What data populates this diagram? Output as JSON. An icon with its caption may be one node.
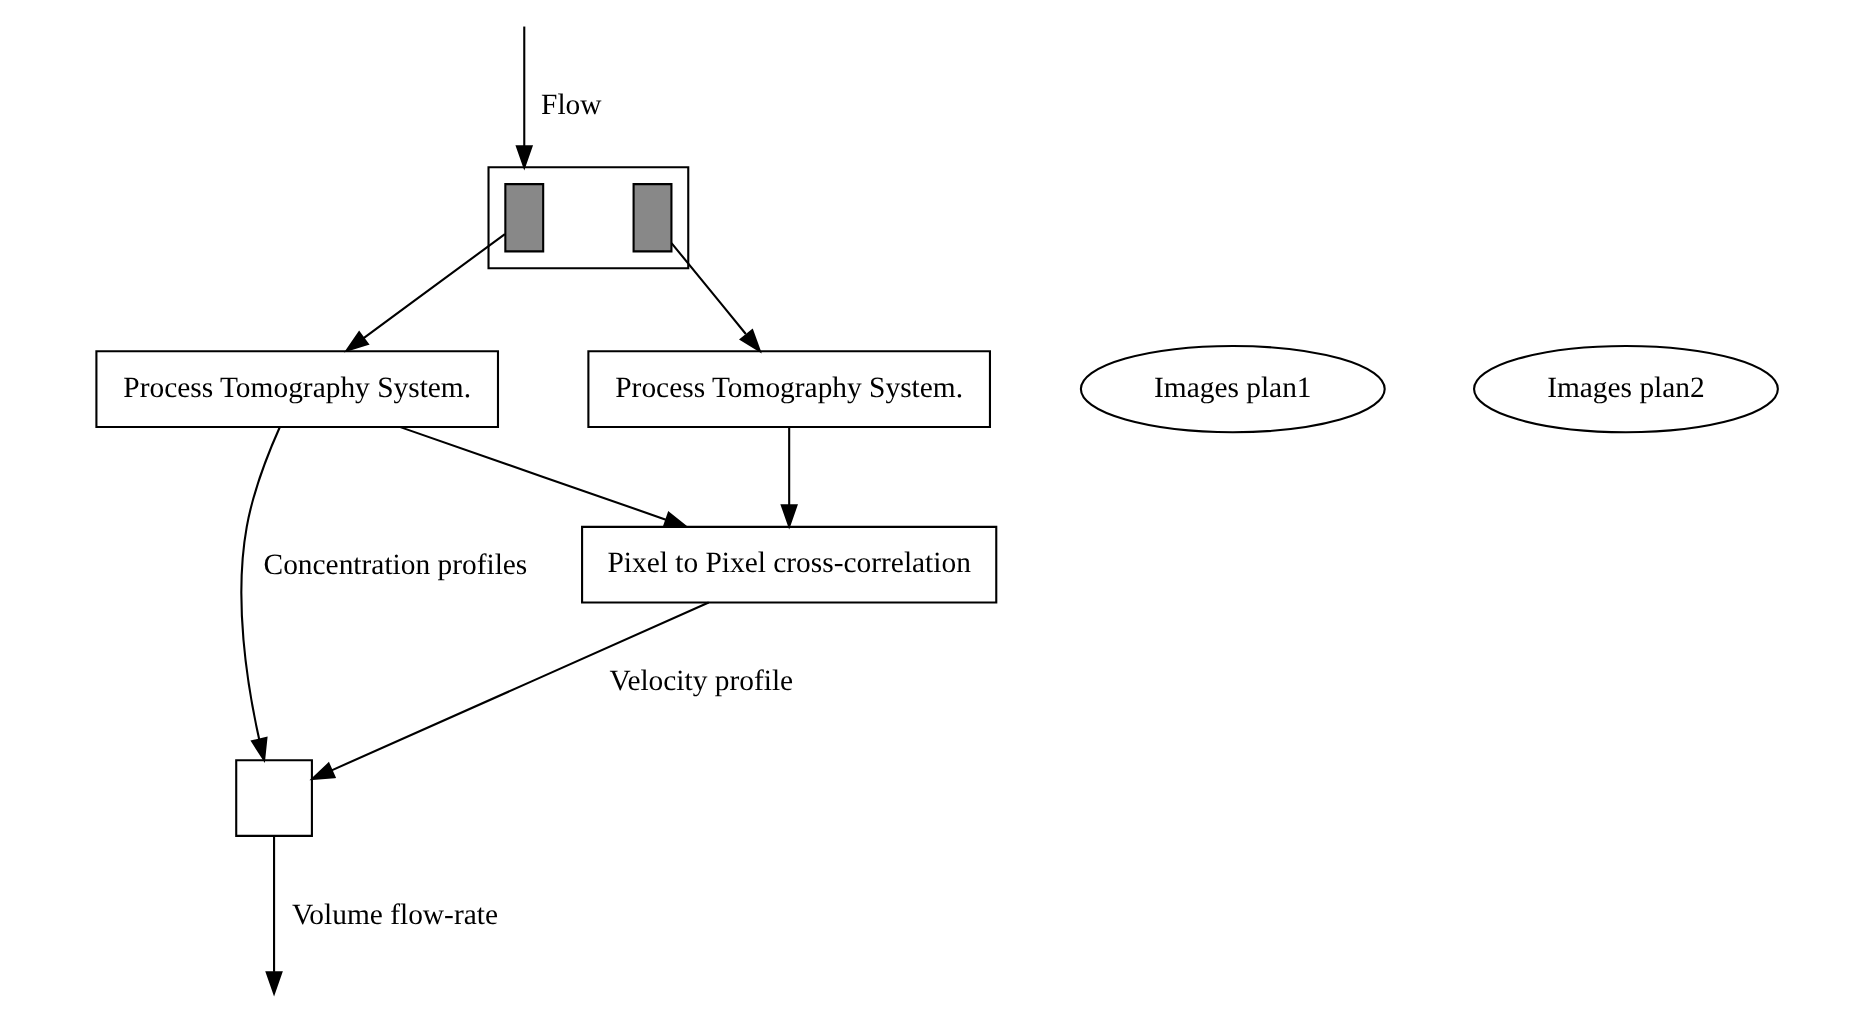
{
  "diagram": {
    "nodes": [
      {
        "text": [],
        "shape": "box"
      },
      {
        "text": [],
        "shape": "bar",
        "in": 0
      },
      {
        "text": [],
        "shape": "bar",
        "in": 0
      },
      {
        "text": [
          "Images plan1"
        ]
      },
      {
        "text": [
          "Process Tomography System."
        ]
      },
      {
        "text": [
          "Process Tomography System."
        ]
      },
      {
        "text": [
          "Images plan2"
        ]
      },
      {
        "text": [
          "Pixel to Pixel cross-correlation"
        ]
      },
      {
        "text": [],
        "shape": "box"
      }
    ],
    "edges": [
      {
        "from": null,
        "to": 0,
        "arrow": "to",
        "label": "Flow"
      },
      {
        "from": 1,
        "to": 4,
        "arrow": "to"
      },
      {
        "from": 2,
        "to": 5,
        "arrow": "to"
      },
      {
        "from": 5,
        "to": 7,
        "arrow": "to"
      },
      {
        "from": 4,
        "to": 7,
        "arrow": "to"
      },
      {
        "from": 4,
        "to": 8,
        "arrow": "to",
        "label": "Concentration profiles"
      },
      {
        "from": 7,
        "to": 8,
        "arrow": "to",
        "label": "Velocity profile"
      },
      {
        "from": 8,
        "to": null,
        "arrow": "to",
        "label": "Volume flow-rate"
      }
    ]
  }
}
